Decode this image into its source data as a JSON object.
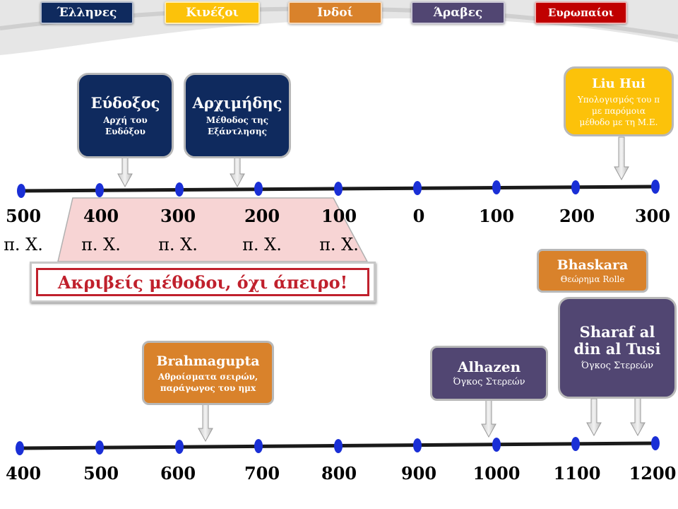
{
  "legend": [
    {
      "label": "Έλληνες",
      "color": "#0f2a5e"
    },
    {
      "label": "Κινέζοι",
      "color": "#fcc20a"
    },
    {
      "label": "Ινδοί",
      "color": "#d9822b"
    },
    {
      "label": "Άραβες",
      "color": "#514672"
    },
    {
      "label": "Ευρωπαίοι",
      "color": "#c00000"
    }
  ],
  "timeline1": {
    "years": [
      "500",
      "400",
      "300",
      "200",
      "100",
      "0",
      "100",
      "200",
      "300"
    ],
    "era": [
      "π. Χ.",
      "π. Χ.",
      "π. Χ.",
      "π. Χ.",
      "π. Χ."
    ]
  },
  "timeline2": {
    "years": [
      "400",
      "500",
      "600",
      "700",
      "800",
      "900",
      "1000",
      "1100",
      "1200"
    ]
  },
  "boxes": {
    "eudoxus": {
      "title": "Εύδοξος",
      "line1": "Αρχή του",
      "line2": "Ευδόξου"
    },
    "archimedes": {
      "title": "Αρχιμήδης",
      "line1": "Μέθοδος της",
      "line2": "Εξάντλησης"
    },
    "liuhui": {
      "title": "Liu Hui",
      "line1": "Υπολογισμός του π",
      "line2": "με παρόμοια",
      "line3": "μέθοδο με τη Μ.Ε."
    },
    "bhaskara": {
      "title": "Bhaskara",
      "line1": "Θεώρημα Rolle"
    },
    "brahmagupta": {
      "title": "Brahmagupta",
      "line1": "Αθροίσματα σειρών,",
      "line2": "παράγωγος του ημx"
    },
    "alhazen": {
      "title": "Alhazen",
      "line1": "Όγκος Στερεών"
    },
    "sharaf": {
      "title": "Sharaf al",
      "title2": "din al Tusi",
      "line1": "Όγκος Στερεών"
    }
  },
  "banner": {
    "text": "Ακριβείς μέθοδοι, όχι άπειρο!"
  }
}
